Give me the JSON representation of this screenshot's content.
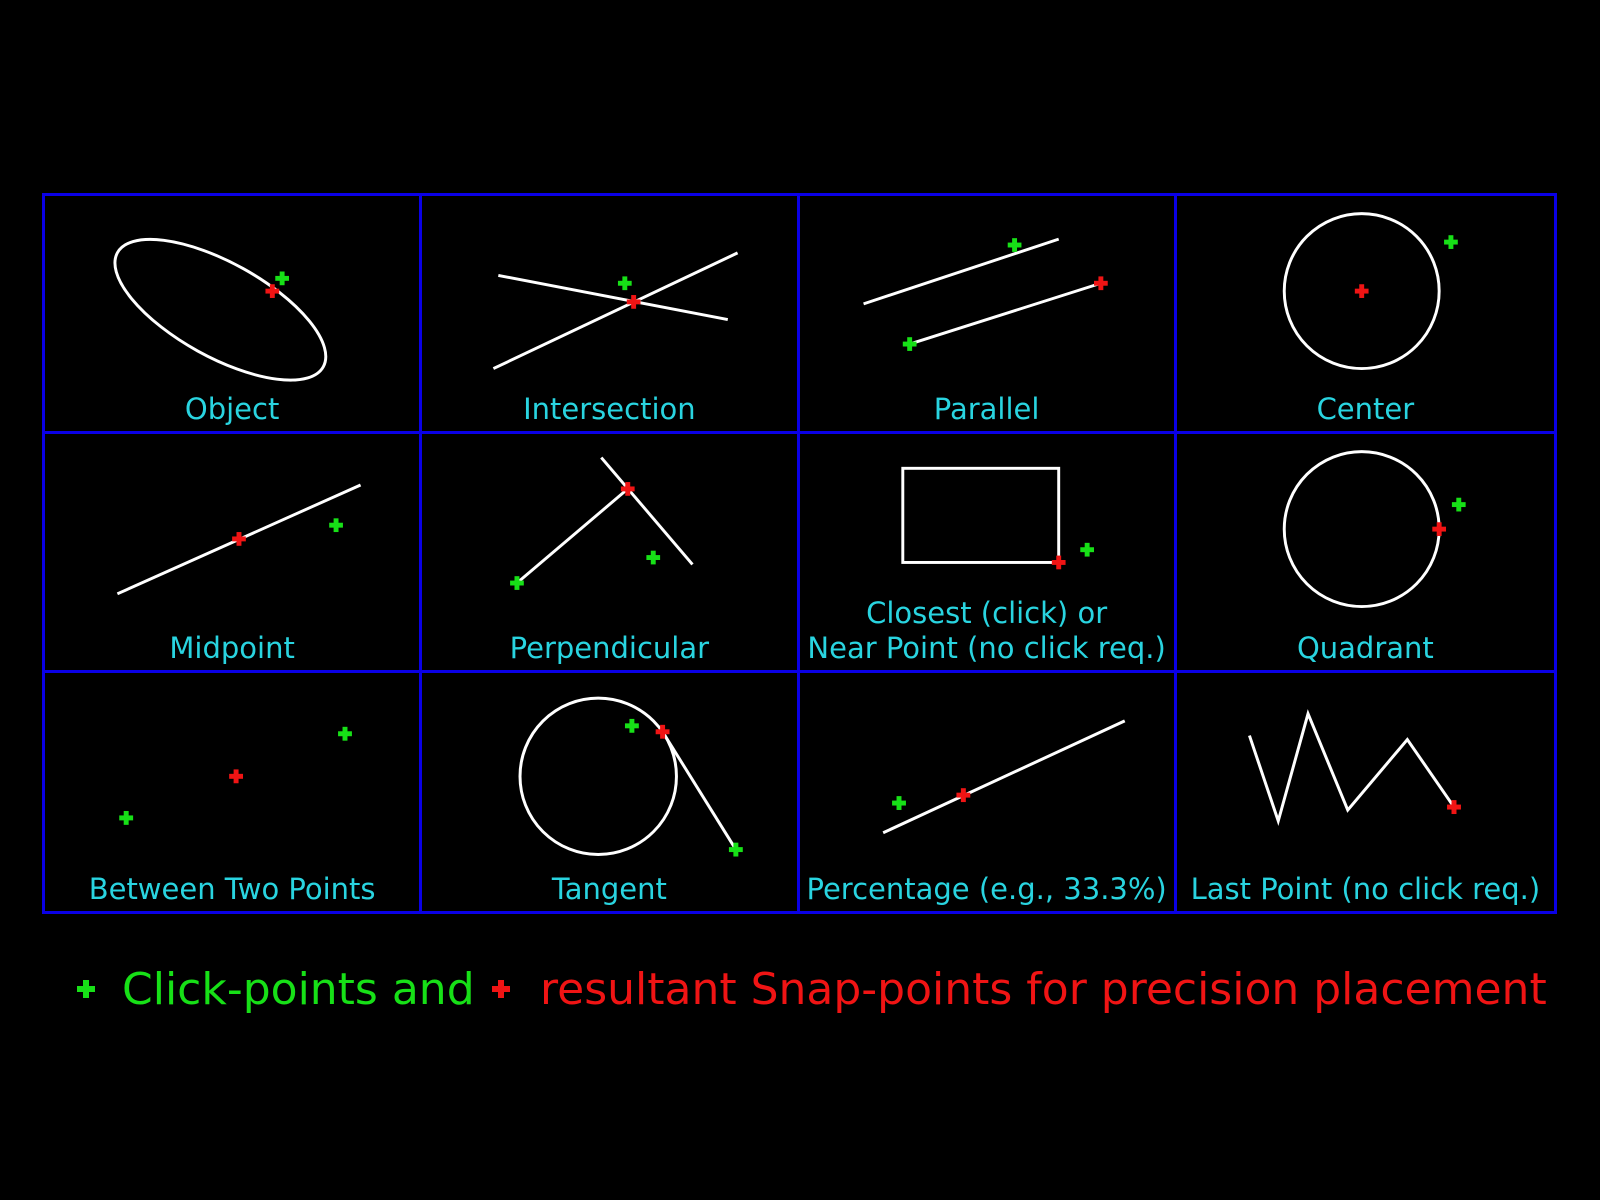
{
  "colors": {
    "background": "#000000",
    "grid_border": "#0a00e6",
    "label_text": "#29d4e0",
    "geometry": "#ffffff",
    "click_point": "#17e017",
    "snap_point": "#f01414"
  },
  "cells": [
    {
      "id": "object",
      "label": "Object"
    },
    {
      "id": "intersection",
      "label": "Intersection"
    },
    {
      "id": "parallel",
      "label": "Parallel"
    },
    {
      "id": "center",
      "label": "Center"
    },
    {
      "id": "midpoint",
      "label": "Midpoint"
    },
    {
      "id": "perpendicular",
      "label": "Perpendicular"
    },
    {
      "id": "closest",
      "label_line1": "Closest (click) or",
      "label_line2": "Near Point (no click req.)"
    },
    {
      "id": "quadrant",
      "label": "Quadrant"
    },
    {
      "id": "between",
      "label": "Between Two Points"
    },
    {
      "id": "tangent",
      "label": "Tangent"
    },
    {
      "id": "percentage",
      "label": "Percentage (e.g., 33.3%)"
    },
    {
      "id": "last-point",
      "label": "Last Point (no click req.)"
    }
  ],
  "legend": {
    "click_text": "Click-points and",
    "snap_text": "resultant Snap-points for precision placement"
  }
}
